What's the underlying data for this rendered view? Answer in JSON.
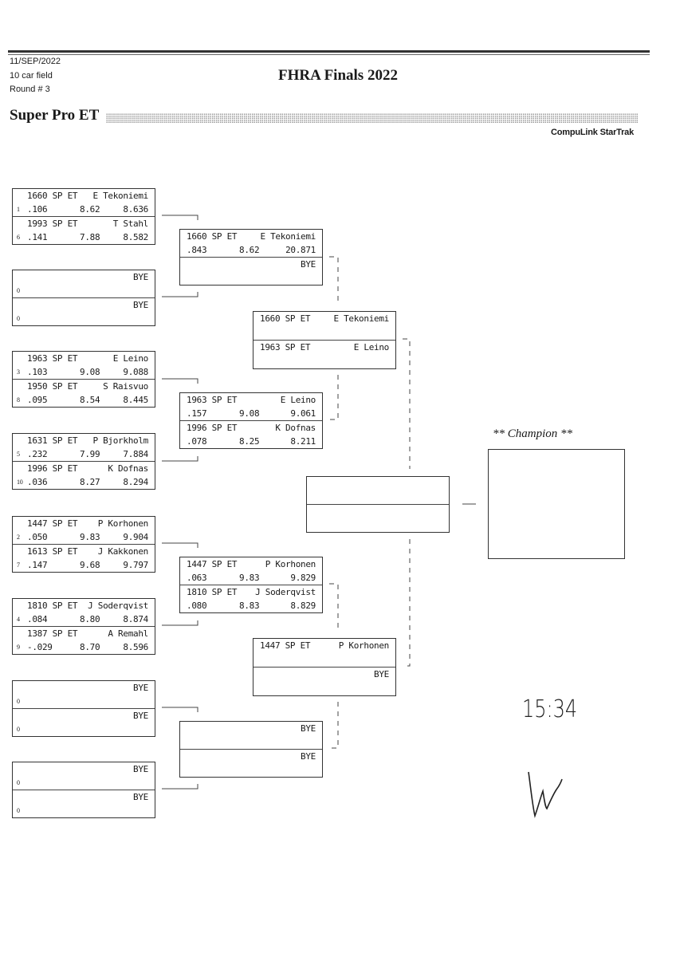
{
  "header": {
    "date": "11/SEP/2022",
    "field": "10 car field",
    "round": "Round # 3",
    "title": "FHRA Finals 2022",
    "event": "Super Pro ET",
    "brand": "CompuLink StarTrak"
  },
  "round1": [
    [
      {
        "car": "1660 SP ET",
        "name": "E Tekoniemi",
        "seed": "1",
        "rt": ".106",
        "dial": "8.62",
        "et": "8.636"
      },
      {
        "car": "1993 SP ET",
        "name": "T Stahl",
        "seed": "6",
        "rt": ".141",
        "dial": "7.88",
        "et": "8.582"
      }
    ],
    [
      {
        "name": "BYE",
        "seed": "0"
      },
      {
        "name": "BYE",
        "seed": "0"
      }
    ],
    [
      {
        "car": "1963 SP ET",
        "name": "E Leino",
        "seed": "3",
        "rt": ".103",
        "dial": "9.08",
        "et": "9.088"
      },
      {
        "car": "1950 SP ET",
        "name": "S Raisvuo",
        "seed": "8",
        "rt": ".095",
        "dial": "8.54",
        "et": "8.445"
      }
    ],
    [
      {
        "car": "1631 SP ET",
        "name": "P Bjorkholm",
        "seed": "5",
        "rt": ".232",
        "dial": "7.99",
        "et": "7.884"
      },
      {
        "car": "1996 SP ET",
        "name": "K Dofnas",
        "seed": "10",
        "rt": ".036",
        "dial": "8.27",
        "et": "8.294"
      }
    ],
    [
      {
        "car": "1447 SP ET",
        "name": "P Korhonen",
        "seed": "2",
        "rt": ".050",
        "dial": "9.83",
        "et": "9.904"
      },
      {
        "car": "1613 SP ET",
        "name": "J Kakkonen",
        "seed": "7",
        "rt": ".147",
        "dial": "9.68",
        "et": "9.797"
      }
    ],
    [
      {
        "car": "1810 SP ET",
        "name": "J Soderqvist",
        "seed": "4",
        "rt": ".084",
        "dial": "8.80",
        "et": "8.874"
      },
      {
        "car": "1387 SP ET",
        "name": "A Remahl",
        "seed": "9",
        "rt": "-.029",
        "dial": "8.70",
        "et": "8.596"
      }
    ],
    [
      {
        "name": "BYE",
        "seed": "0"
      },
      {
        "name": "BYE",
        "seed": "0"
      }
    ],
    [
      {
        "name": "BYE",
        "seed": "0"
      },
      {
        "name": "BYE",
        "seed": "0"
      }
    ]
  ],
  "round2": [
    [
      {
        "car": "1660 SP ET",
        "name": "E Tekoniemi",
        "rt": ".843",
        "dial": "8.62",
        "et": "20.871"
      },
      {
        "name": "BYE"
      }
    ],
    [
      {
        "car": "1963 SP ET",
        "name": "E Leino",
        "rt": ".157",
        "dial": "9.08",
        "et": "9.061"
      },
      {
        "car": "1996 SP ET",
        "name": "K Dofnas",
        "rt": ".078",
        "dial": "8.25",
        "et": "8.211"
      }
    ],
    [
      {
        "car": "1447 SP ET",
        "name": "P Korhonen",
        "rt": ".063",
        "dial": "9.83",
        "et": "9.829"
      },
      {
        "car": "1810 SP ET",
        "name": "J Soderqvist",
        "rt": ".080",
        "dial": "8.83",
        "et": "8.829"
      }
    ],
    [
      {
        "name": "BYE"
      },
      {
        "name": "BYE"
      }
    ]
  ],
  "round3": [
    [
      {
        "car": "1660 SP ET",
        "name": "E Tekoniemi"
      },
      {
        "car": "1963 SP ET",
        "name": "E Leino"
      }
    ],
    [
      {
        "car": "1447 SP ET",
        "name": "P Korhonen"
      },
      {
        "name": "BYE"
      }
    ]
  ],
  "final": [
    {},
    {}
  ],
  "champion": {
    "label": "** Champion **"
  },
  "handwritten": {
    "time": "15:34"
  }
}
